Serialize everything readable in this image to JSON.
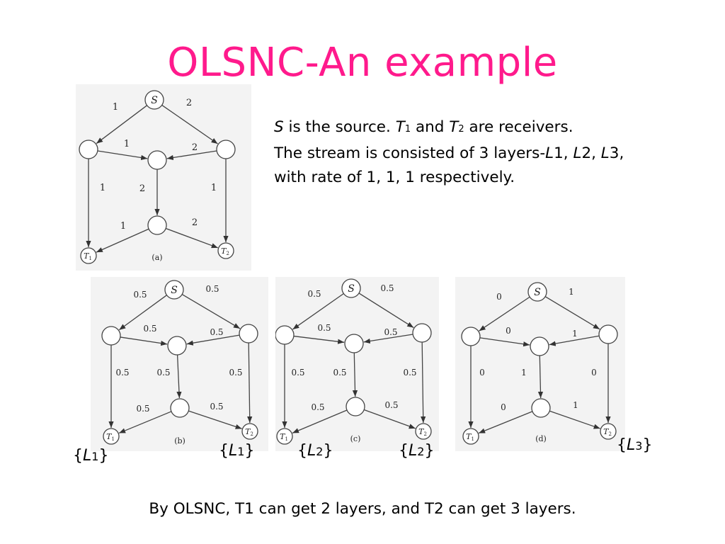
{
  "slide": {
    "title": "OLSNC-An example",
    "description": {
      "line1": {
        "s": "S",
        "a": " is the source. ",
        "t1": "T",
        "t1n": "1",
        "b": " and ",
        "t2": "T",
        "t2n": "2",
        "c": " are receivers."
      },
      "line2": {
        "a": "The stream is consisted of 3 layers-",
        "l1": "L",
        "l1n": "1",
        "b": ", ",
        "l2": "L",
        "l2n": "2",
        "c": ", ",
        "l3": "L",
        "l3n": "3",
        "d": ","
      },
      "line3": "with rate of 1, 1, 1 respectively."
    },
    "footer": "By OLSNC, T1 can get 2 layers, and T2 can get 3 layers."
  },
  "graphs": [
    {
      "caption": "(a)",
      "node_s": "S",
      "node_t1": "T",
      "node_t1n": "1",
      "node_t2": "T",
      "node_t2n": "2",
      "labels": {
        "s_a": "1",
        "s_b": "2",
        "a_m": "1",
        "b_m": "2",
        "a_t1": "1",
        "m_n": "2",
        "b_t2": "1",
        "n_t1": "1",
        "n_t2": "2"
      }
    },
    {
      "caption": "(b)",
      "node_s": "S",
      "node_t1": "T",
      "node_t1n": "1",
      "node_t2": "T",
      "node_t2n": "2",
      "labels": {
        "s_a": "0.5",
        "s_b": "0.5",
        "a_m": "0.5",
        "b_m": "0.5",
        "a_t1": "0.5",
        "m_n": "0.5",
        "b_t2": "0.5",
        "n_t1": "0.5",
        "n_t2": "0.5"
      }
    },
    {
      "caption": "(c)",
      "node_s": "S",
      "node_t1": "T",
      "node_t1n": "1",
      "node_t2": "T",
      "node_t2n": "2",
      "labels": {
        "s_a": "0.5",
        "s_b": "0.5",
        "a_m": "0.5",
        "b_m": "0.5",
        "a_t1": "0.5",
        "m_n": "0.5",
        "b_t2": "0.5",
        "n_t1": "0.5",
        "n_t2": "0.5"
      }
    },
    {
      "caption": "(d)",
      "node_s": "S",
      "node_t1": "T",
      "node_t1n": "1",
      "node_t2": "T",
      "node_t2n": "2",
      "labels": {
        "s_a": "0",
        "s_b": "1",
        "a_m": "0",
        "b_m": "1",
        "a_t1": "0",
        "m_n": "1",
        "b_t2": "0",
        "n_t1": "0",
        "n_t2": "1"
      }
    }
  ],
  "layer_sets": [
    {
      "open": "{",
      "var": "L",
      "num": "1",
      "close": "}"
    },
    {
      "open": "{",
      "var": "L",
      "num": "1",
      "close": "}"
    },
    {
      "open": "{",
      "var": "L",
      "num": "2",
      "close": "}"
    },
    {
      "open": "{",
      "var": "L",
      "num": "2",
      "close": "}"
    },
    {
      "open": "{",
      "var": "L",
      "num": "3",
      "close": "}"
    }
  ],
  "colors": {
    "title": "#ff1a8c",
    "text": "#000000",
    "graph_line": "#444444",
    "graph_bg": "#f3f3f3"
  }
}
